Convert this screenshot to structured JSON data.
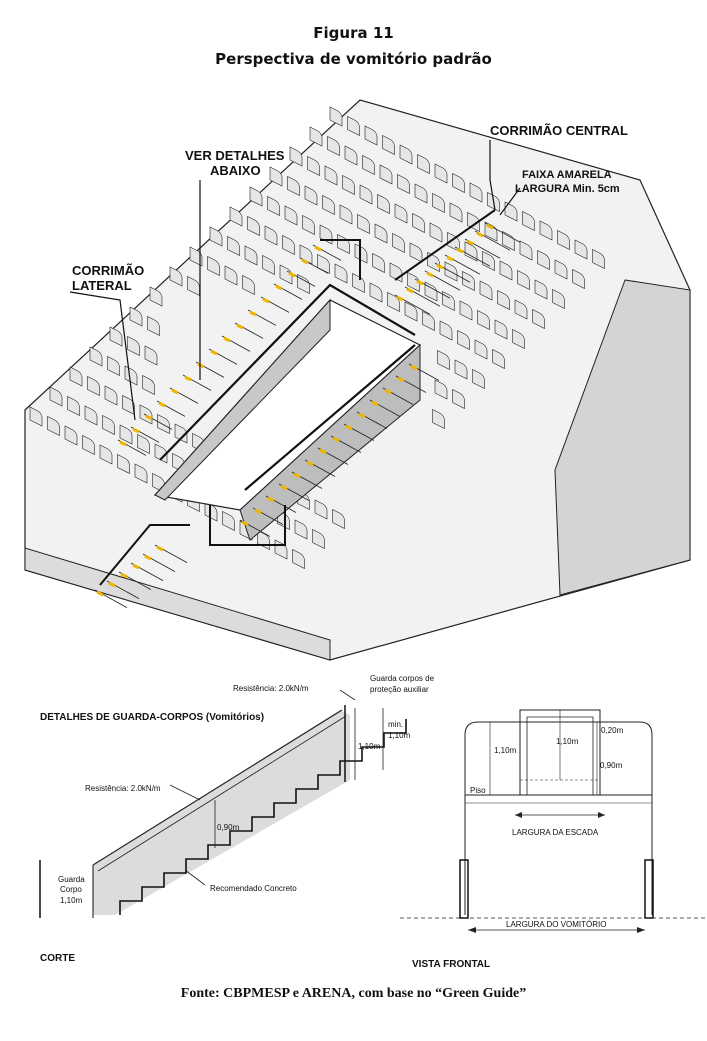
{
  "figure": {
    "title": "Figura 11",
    "subtitle": "Perspectiva de vomitório padrão"
  },
  "perspective_labels": {
    "corrimao_central": "CORRIMÃO CENTRAL",
    "faixa_amarela_1": "FAIXA AMARELA",
    "faixa_amarela_2": "LARGURA Min. 5cm",
    "ver_detalhes_1": "VER DETALHES",
    "ver_detalhes_2": "ABAIXO",
    "corrimao_lateral_1": "CORRIMÃO",
    "corrimao_lateral_2": "LATERAL"
  },
  "corte": {
    "heading": "DETALHES DE GUARDA-CORPOS (Vomitórios)",
    "resistencia_top": "Resistência: 2.0kN/m",
    "guarda_aux_1": "Guarda corpos de",
    "guarda_aux_2": "proteção auxiliar",
    "min": "min.",
    "dim_110_a": "1,10m",
    "dim_110_b": "1,10m",
    "resistencia_mid": "Resistência: 2.0kN/m",
    "dim_090": "0,90m",
    "guarda_1": "Guarda",
    "guarda_2": "Corpo",
    "guarda_3": "1,10m",
    "concreto": "Recomendado Concreto",
    "caption": "CORTE"
  },
  "vista_frontal": {
    "dim_020": "0,20m",
    "dim_110_left": "1,10m",
    "dim_110_center": "1,10m",
    "dim_090": "0,90m",
    "piso": "Piso",
    "largura_escada": "LARGURA DA ESCADA",
    "largura_vomitorio": "LARGURA DO VOMITÓRIO",
    "caption": "VISTA FRONTAL"
  },
  "source": "Fonte: CBPMESP e ARENA, com base no “Green Guide”",
  "colors": {
    "yellow_strip": "#f0b400",
    "seat_fill": "#e6e6e6",
    "wall_fill": "#cfcfcf",
    "line": "#222222"
  }
}
